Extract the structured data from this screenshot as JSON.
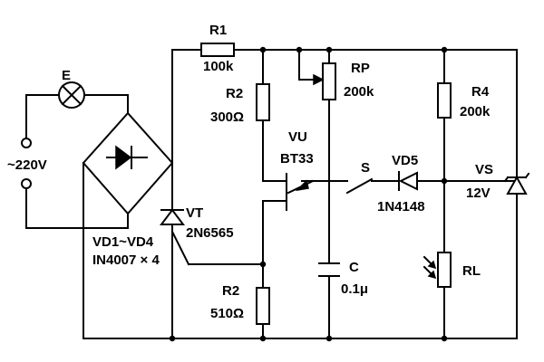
{
  "components": {
    "lamp": {
      "ref": "E"
    },
    "mains": {
      "voltage": "~220V"
    },
    "bridge": {
      "ref": "VD1~VD4",
      "part": "IN4007 × 4"
    },
    "r1": {
      "ref": "R1",
      "value": "100k"
    },
    "r2_upper": {
      "ref": "R2",
      "value": "300Ω"
    },
    "rp": {
      "ref": "RP",
      "value": "200k"
    },
    "r4": {
      "ref": "R4",
      "value": "200k"
    },
    "ujt": {
      "ref": "VU",
      "part": "BT33"
    },
    "switch": {
      "ref": "S"
    },
    "vd5": {
      "ref": "VD5",
      "part": "1N4148"
    },
    "zener": {
      "ref": "VS",
      "value": "12V"
    },
    "scr": {
      "ref": "VT",
      "part": "2N6565"
    },
    "r2_lower": {
      "ref": "R2",
      "value": "510Ω"
    },
    "capacitor": {
      "ref": "C",
      "value": "0.1μ"
    },
    "ldr": {
      "ref": "RL"
    }
  }
}
